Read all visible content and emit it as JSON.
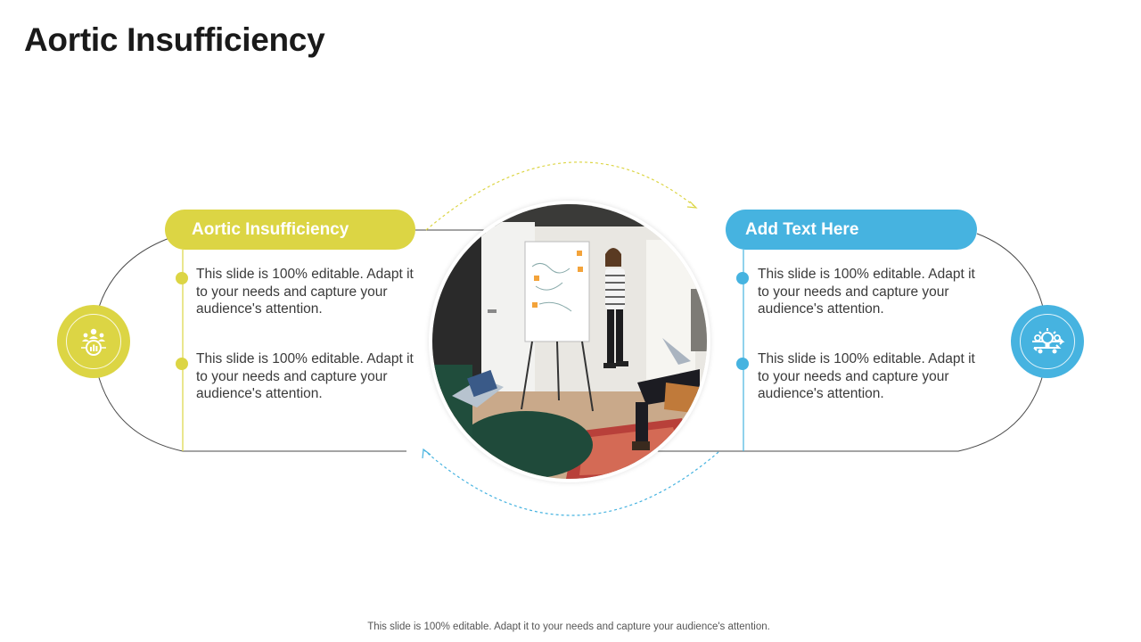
{
  "slide": {
    "title": "Aortic Insufficiency",
    "footer": "This slide is 100% editable. Adapt it to your needs and capture your audience's attention."
  },
  "left_panel": {
    "heading": "Aortic Insufficiency",
    "bullets": [
      "This slide is 100% editable. Adapt it to your needs and capture your audience's attention.",
      "This slide is 100% editable. Adapt it to your needs and capture your audience's attention."
    ],
    "icon": "team-analytics-icon",
    "accent": "#dcd544"
  },
  "right_panel": {
    "heading": "Add Text Here",
    "bullets": [
      "This slide is 100% editable. Adapt it to your needs and capture your audience's attention.",
      "This slide is 100% editable. Adapt it to your needs and capture your audience's attention."
    ],
    "icon": "idea-process-icon",
    "accent": "#46b3e0"
  },
  "center": {
    "image": "presentation-meeting-photo"
  }
}
